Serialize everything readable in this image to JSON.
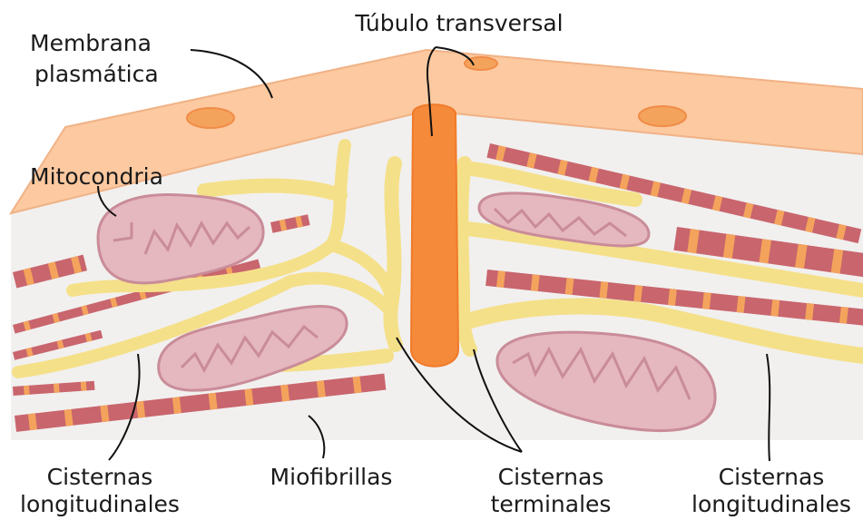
{
  "labels": {
    "t_tubule": "Túbulo transversal",
    "membrane_line1": "Membrana",
    "membrane_line2": "plasmática",
    "mitochondria": "Mitocondria",
    "long_cist_left_line1": "Cisternas",
    "long_cist_left_line2": "longitudinales",
    "myofibrils": "Miofibrillas",
    "terminal_cist_line1": "Cisternas",
    "terminal_cist_line2": "terminales",
    "long_cist_right_line1": "Cisternas",
    "long_cist_right_line2": "longitudinales"
  },
  "colors": {
    "membrane": "#fcc9a0",
    "cytoplasm": "#f1f0ef",
    "t_tubule": "#f58a3a",
    "reticulum": "#fbe995",
    "myofibril_dark": "#c9656d",
    "myofibril_light": "#f4a35c",
    "mitochondria": "#e5b7bf"
  }
}
